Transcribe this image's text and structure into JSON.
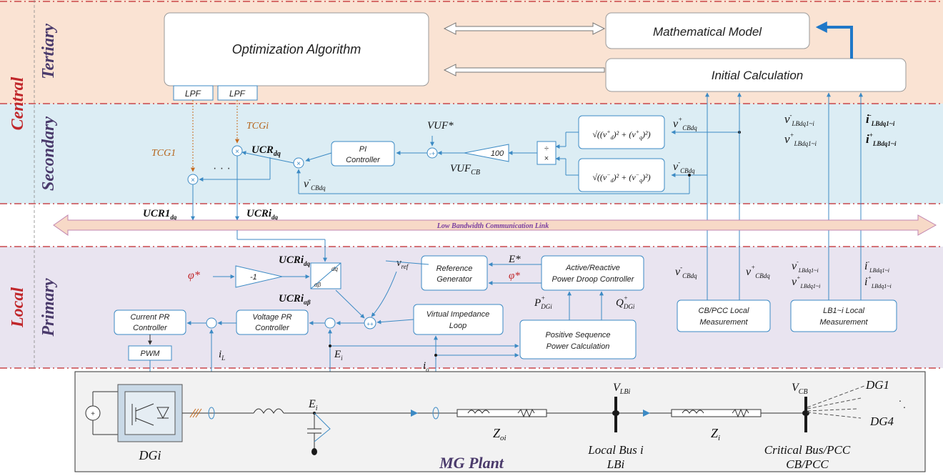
{
  "levels": {
    "central": "Central",
    "local": "Local",
    "tertiary": "Tertiary",
    "secondary": "Secondary",
    "primary": "Primary"
  },
  "tertiary": {
    "optimization": "Optimization Algorithm",
    "lpf1": "LPF",
    "lpf2": "LPF",
    "math_model": "Mathematical Model",
    "initial_calc": "Initial Calculation"
  },
  "secondary": {
    "tcg1": "TCG1",
    "tcgi": "TCGi",
    "ucr_dq": "UCR",
    "ucr_dq_sub": "dq",
    "dots": "· · ·",
    "pi_controller": [
      "PI",
      "Controller"
    ],
    "vuf_star": "VUF*",
    "gain": "100",
    "vuf_cb": "VUF",
    "vuf_cb_sub": "CB",
    "divide": "÷",
    "times": "×",
    "v_cbdq_minus": "v",
    "v_cbdq_sub": "CBdq"
  },
  "comm": {
    "ucr1": "UCR1",
    "ucr1_sub": "dq",
    "ucri": "UCRi",
    "ucri_sub": "dq",
    "link": "Low Bandwidth Communication Link"
  },
  "right_signals": {
    "v_lb_minus": "v",
    "v_lb_plus": "v",
    "i_lb_minus": "i",
    "i_lb_plus": "i",
    "lb_sub": "LBdq1~i"
  },
  "primary": {
    "ucri_dq": "UCRi",
    "ucri_dq_sub": "dq",
    "phi_star": "φ*",
    "gain_neg": "-1",
    "dq": "dq",
    "alphabeta": "αβ",
    "ucri_ab": "UCRi",
    "ucri_ab_sub": "αβ",
    "v_ref": "v",
    "v_ref_sub": "ref",
    "reference_generator": [
      "Reference",
      "Generator"
    ],
    "e_star": "E*",
    "droop": [
      "Active/Reactive",
      "Power Droop Controller"
    ],
    "phi_star2": "φ*",
    "p_dgi": "P",
    "q_dgi": "Q",
    "dgi_sub": "DGi",
    "virtual_impedance": [
      "Virtual Impedance",
      "Loop"
    ],
    "current_pr": [
      "Current PR",
      "Controller"
    ],
    "voltage_pr": [
      "Voltage PR",
      "Controller"
    ],
    "pwm": "PWM",
    "pos_seq": [
      "Positive Sequence",
      "Power Calculation"
    ],
    "cb_meas": [
      "CB/PCC Local",
      "Measurement"
    ],
    "lb_meas": [
      "LB1~i Local",
      "Measurement"
    ],
    "i_l": "i",
    "i_l_sub": "L",
    "e_i": "E",
    "e_i_sub": "i",
    "i_o": "i",
    "i_o_sub": "o"
  },
  "plant": {
    "title": "MG Plant",
    "dgi": "DGi",
    "e_i": "E",
    "e_i_sub": "i",
    "z_oi": "Z",
    "z_oi_sub": "oi",
    "v_lbi": "V",
    "v_lbi_sub": "LBi",
    "z_i": "Z",
    "z_i_sub": "i",
    "v_cb": "V",
    "v_cb_sub": "CB",
    "dg1": "DG1",
    "dg4": "DG4",
    "local_bus": [
      "Local Bus i",
      "LBi"
    ],
    "critical_bus": [
      "Critical Bus/PCC",
      "CB/PCC"
    ]
  },
  "colors": {
    "tertiary_bg": "#fae3d3",
    "secondary_bg": "#dcedf4",
    "primary_bg": "#e9e4f0",
    "plant_bg": "#f2f2f2",
    "signal": "#3c8ac4",
    "red_dash": "#c0262a",
    "arrow_blue": "#1f78c8",
    "band_label": "#4a3a6b"
  }
}
